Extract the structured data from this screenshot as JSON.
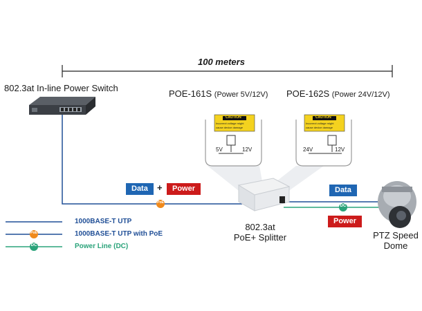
{
  "distance": {
    "label": "100 meters"
  },
  "switch": {
    "label": "802.3at In-line Power Switch"
  },
  "models": [
    {
      "name": "POE-161S",
      "spec": "(Power 5V/12V)",
      "caution": "CAUTION",
      "warning_line1": "Incorrect voltage might",
      "warning_line2": "cause device damage",
      "left_value": "5V",
      "right_value": "12V"
    },
    {
      "name": "POE-162S",
      "spec": "(Power 24V/12V)",
      "caution": "CAUTION",
      "warning_line1": "Incorrect voltage might",
      "warning_line2": "cause device damage",
      "left_value": "24V",
      "right_value": "12V"
    }
  ],
  "badges": {
    "data": "Data",
    "plus": "+",
    "power": "Power",
    "data_right": "Data",
    "power_right": "Power"
  },
  "markers": {
    "poe": "PoE",
    "dc": "DC"
  },
  "splitter": {
    "line1": "802.3at",
    "line2": "PoE+ Splitter"
  },
  "camera": {
    "line1": "PTZ Speed",
    "line2": "Dome"
  },
  "legend": [
    {
      "label": "1000BASE-T UTP",
      "color": "#1f4e96",
      "marker": ""
    },
    {
      "label": "1000BASE-T UTP with PoE",
      "color": "#1f4e96",
      "marker": "PoE"
    },
    {
      "label": "Power Line (DC)",
      "color": "#2aa37a",
      "marker": "DC"
    }
  ],
  "colors": {
    "utp": "#1f4e96",
    "dc": "#2aa37a",
    "poe_marker": "#f08a1c",
    "data_badge": "#1f66b3",
    "power_badge": "#cc1b1b"
  }
}
